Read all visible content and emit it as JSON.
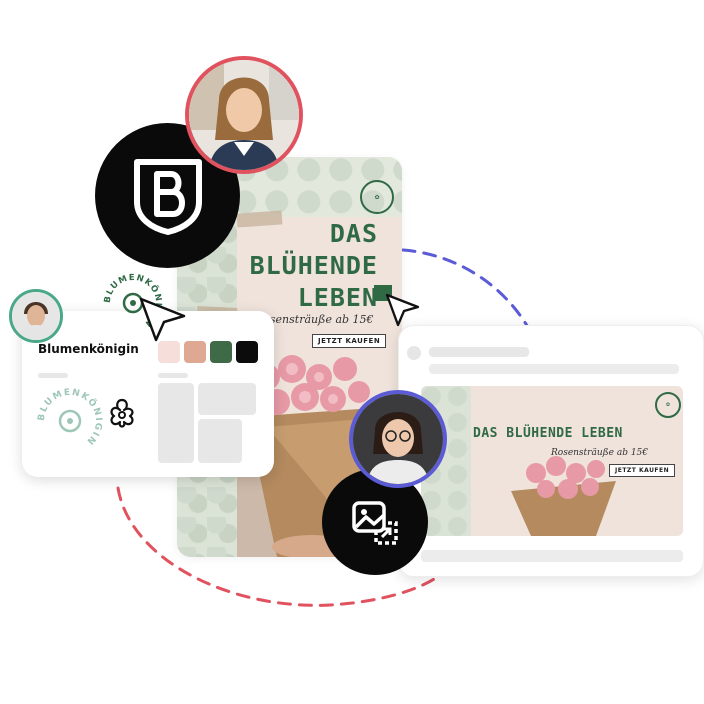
{
  "tall_ad": {
    "headline_1": "DAS",
    "headline_2": "BLÜHENDE",
    "headline_3": "LEBEN",
    "subline": "Rosensträuße ab 15€",
    "cta": "JETZT KAUFEN"
  },
  "brand_card": {
    "name": "Blumenkönigin",
    "logo_text": "BLUMENKÖNIGIN",
    "swatches": [
      "#f6dedb",
      "#dfa893",
      "#3f6a47",
      "#0c0c0c"
    ]
  },
  "wide_ad": {
    "headline": "DAS BLÜHENDE LEBEN",
    "subline": "Rosensträuße ab 15€",
    "cta": "JETZT KAUFEN"
  },
  "floating_logo_text": "BLUMENKÖNIGIN",
  "icons": {
    "brand": "brand-b-shield-icon",
    "flower": "flower-icon",
    "image_resize": "image-resize-icon",
    "cursor": "cursor-arrow-icon"
  },
  "colors": {
    "accent_green": "#2f6a45",
    "dash_blue": "#5b5bd6",
    "dash_red": "#e0525e"
  }
}
